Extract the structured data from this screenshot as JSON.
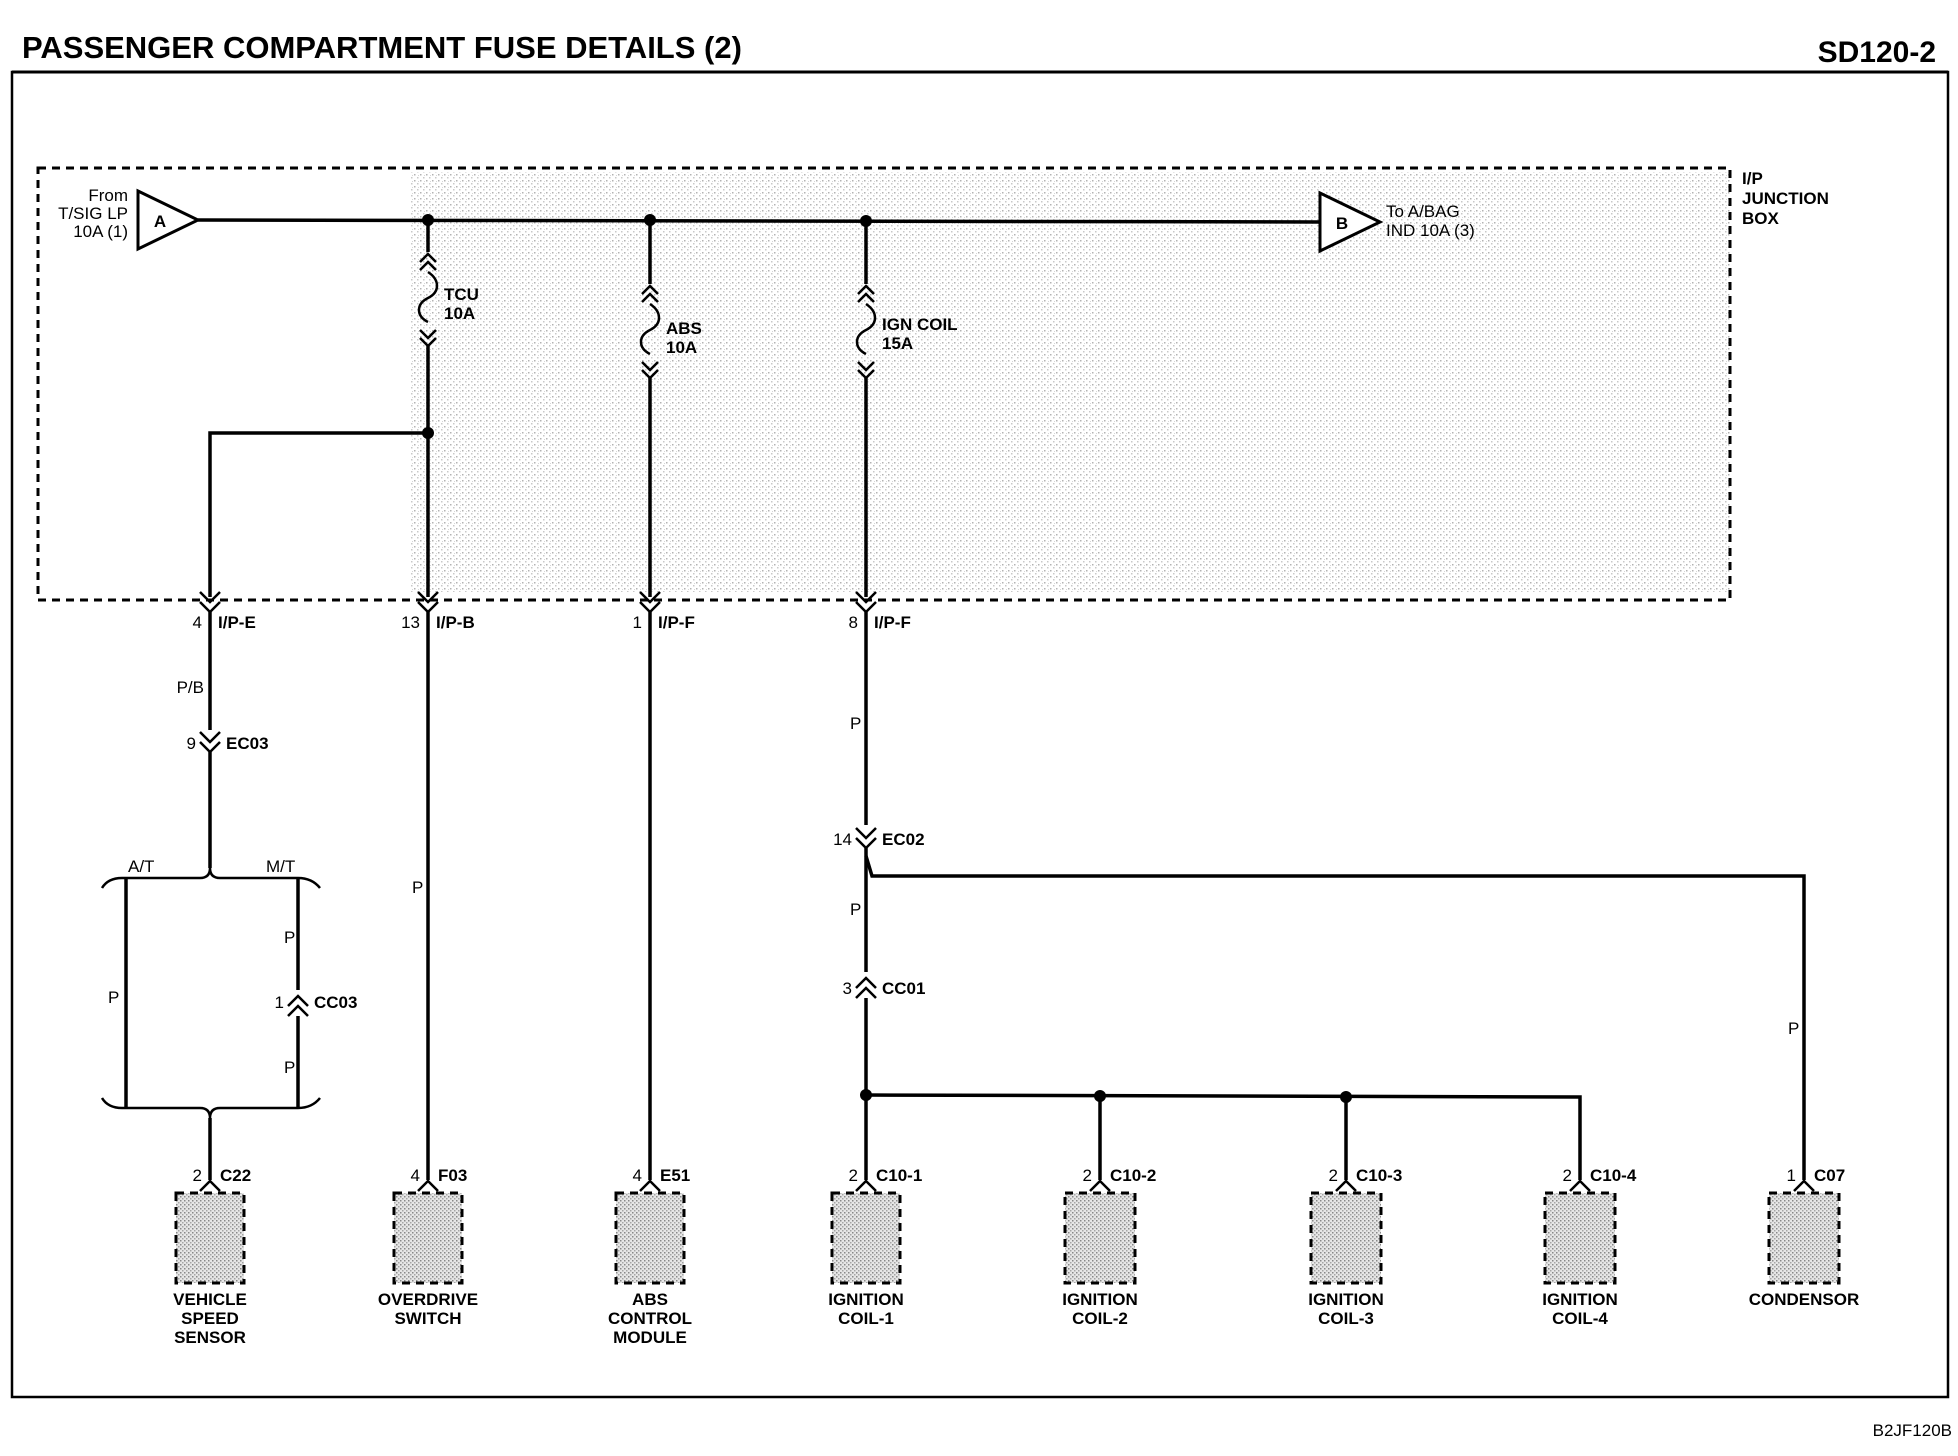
{
  "header": {
    "title": "PASSENGER COMPARTMENT FUSE DETAILS (2)",
    "code": "SD120-2"
  },
  "footer": {
    "ref": "B2JF120B"
  },
  "junction_box": {
    "label_line1": "I/P",
    "label_line2": "JUNCTION",
    "label_line3": "BOX"
  },
  "source_in": {
    "letter": "A",
    "line1": "From",
    "line2": "T/SIG LP",
    "line3": "10A (1)"
  },
  "source_out": {
    "letter": "B",
    "line1": "To A/BAG",
    "line2": "IND 10A (3)"
  },
  "fuses": [
    {
      "name": "TCU",
      "rating": "10A"
    },
    {
      "name": "ABS",
      "rating": "10A"
    },
    {
      "name": "IGN COIL",
      "rating": "15A"
    }
  ],
  "jb_connectors": [
    {
      "pin": "4",
      "name": "I/P-E"
    },
    {
      "pin": "13",
      "name": "I/P-B"
    },
    {
      "pin": "1",
      "name": "I/P-F"
    },
    {
      "pin": "8",
      "name": "I/P-F"
    }
  ],
  "wire_colors": {
    "pb": "P/B",
    "p": "P"
  },
  "inline_connectors": [
    {
      "pin": "9",
      "name": "EC03"
    },
    {
      "pin": "1",
      "name": "CC03"
    },
    {
      "pin": "14",
      "name": "EC02"
    },
    {
      "pin": "3",
      "name": "CC01"
    }
  ],
  "branches": {
    "at": "A/T",
    "mt": "M/T"
  },
  "components": [
    {
      "pin": "2",
      "conn": "C22",
      "line1": "VEHICLE",
      "line2": "SPEED",
      "line3": "SENSOR"
    },
    {
      "pin": "4",
      "conn": "F03",
      "line1": "OVERDRIVE",
      "line2": "SWITCH",
      "line3": ""
    },
    {
      "pin": "4",
      "conn": "E51",
      "line1": "ABS",
      "line2": "CONTROL",
      "line3": "MODULE"
    },
    {
      "pin": "2",
      "conn": "C10-1",
      "line1": "IGNITION",
      "line2": "COIL-1",
      "line3": ""
    },
    {
      "pin": "2",
      "conn": "C10-2",
      "line1": "IGNITION",
      "line2": "COIL-2",
      "line3": ""
    },
    {
      "pin": "2",
      "conn": "C10-3",
      "line1": "IGNITION",
      "line2": "COIL-3",
      "line3": ""
    },
    {
      "pin": "2",
      "conn": "C10-4",
      "line1": "IGNITION",
      "line2": "COIL-4",
      "line3": ""
    },
    {
      "pin": "1",
      "conn": "C07",
      "line1": "CONDENSOR",
      "line2": "",
      "line3": ""
    }
  ]
}
